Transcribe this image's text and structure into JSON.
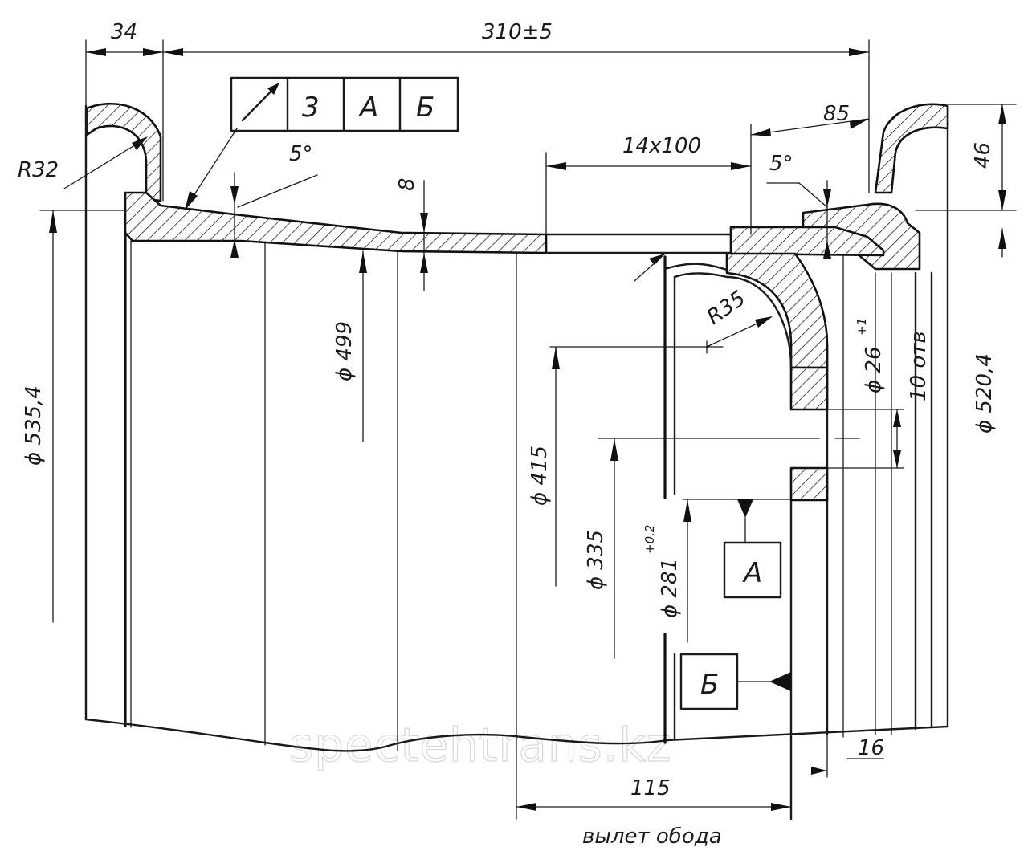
{
  "dimensions": {
    "flange_width": "34",
    "overall_width": "310±5",
    "offset_right_flange": "85",
    "flange_height": "46",
    "radius_flange": "R32",
    "radius_disc": "R35",
    "angle_left": "5°",
    "angle_right": "5°",
    "thickness": "8",
    "rim_section": "14x100",
    "dia_outer": "ϕ 535,4",
    "dia_seat": "ϕ 499",
    "dia_415": "ϕ 415",
    "dia_335": "ϕ 335",
    "dia_281": "ϕ 281",
    "dia_281_tol": "+0,2",
    "dia_520": "ϕ 520,4",
    "hole_dia": "ϕ 26",
    "hole_dia_tol": "+1",
    "hole_count": "10 отв",
    "disc_thickness": "16",
    "offset": "115"
  },
  "tolerance_frame": {
    "symbol": "runout-arrow",
    "value": "3",
    "datum_1": "А",
    "datum_2": "Б"
  },
  "datums": {
    "a": "А",
    "b": "Б"
  },
  "caption": "вылет обода",
  "watermark": "spectehtrans.kz"
}
